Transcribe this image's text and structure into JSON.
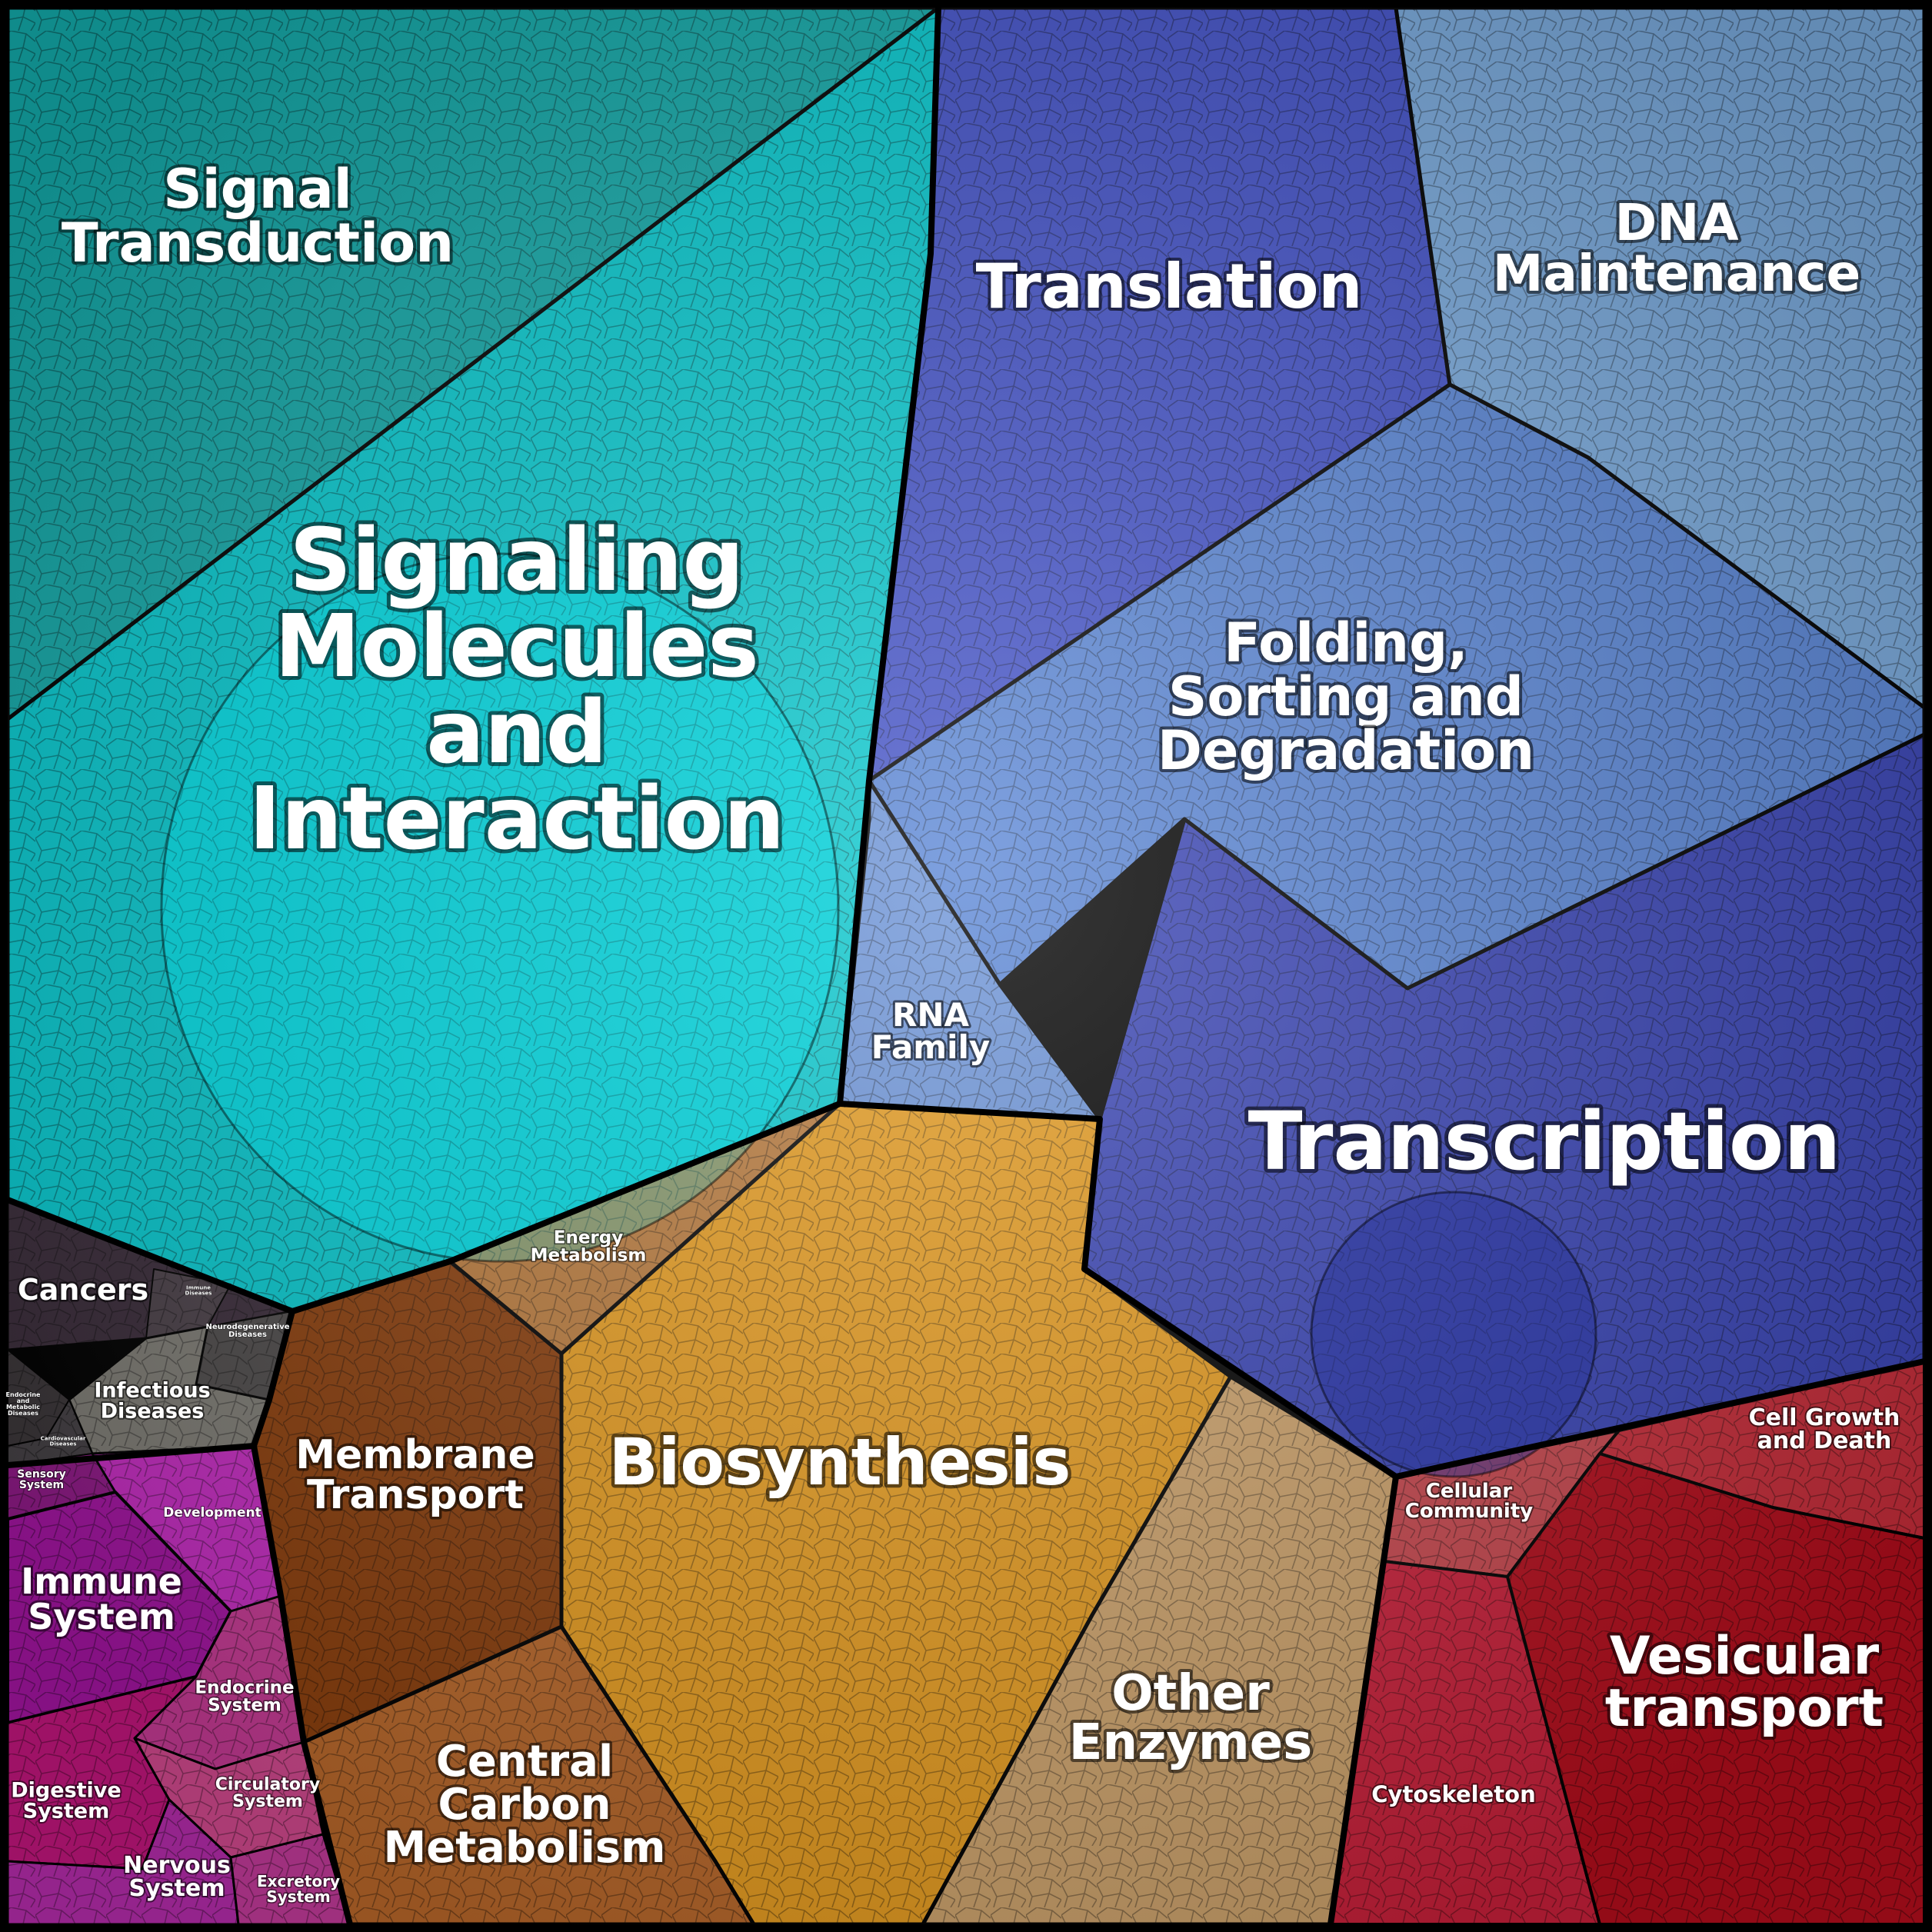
{
  "diagram": {
    "cells": [
      {
        "id": "signal-transduction",
        "lines": [
          "Signal",
          "Transduction"
        ],
        "color": "#14a9a9"
      },
      {
        "id": "signaling-molecules",
        "lines": [
          "Signaling",
          "Molecules",
          "and",
          "Interaction"
        ],
        "color": "#07c9cf"
      },
      {
        "id": "translation",
        "lines": [
          "Translation"
        ],
        "color": "#4453c9"
      },
      {
        "id": "dna-maintenance",
        "lines": [
          "DNA",
          "Maintenance"
        ],
        "color": "#79a9dc"
      },
      {
        "id": "folding-sorting",
        "lines": [
          "Folding,",
          "Sorting and",
          "Degradation"
        ],
        "color": "#5a86d6"
      },
      {
        "id": "rna-family",
        "lines": [
          "RNA",
          "Family"
        ],
        "color": "#6b93d8"
      },
      {
        "id": "transcription",
        "lines": [
          "Transcription"
        ],
        "color": "#3a45b6"
      },
      {
        "id": "cancers",
        "lines": [
          "Cancers"
        ],
        "color": "#3a2c3a"
      },
      {
        "id": "immune-diseases",
        "lines": [
          "Immune",
          "Diseases"
        ],
        "color": "#4a4048"
      },
      {
        "id": "neurodegenerative-diseases",
        "lines": [
          "Neurodegenerative",
          "Diseases"
        ],
        "color": "#4d4a4a"
      },
      {
        "id": "infectious-diseases",
        "lines": [
          "Infectious",
          "Diseases"
        ],
        "color": "#7d7b74"
      },
      {
        "id": "endocrine-metabolic-diseases",
        "lines": [
          "Endocrine",
          "and",
          "Metabolic",
          "Diseases"
        ],
        "color": "#3a3538"
      },
      {
        "id": "cardiovascular-diseases",
        "lines": [
          "Cardiovascular",
          "Diseases"
        ],
        "color": "#444044"
      },
      {
        "id": "energy-metabolism",
        "lines": [
          "Energy",
          "Metabolism"
        ],
        "color": "#b97a3c"
      },
      {
        "id": "membrane-transport",
        "lines": [
          "Membrane",
          "Transport"
        ],
        "color": "#8a3e0c"
      },
      {
        "id": "biosynthesis",
        "lines": [
          "Biosynthesis"
        ],
        "color": "#e59b1f"
      },
      {
        "id": "central-carbon-metabolism",
        "lines": [
          "Central",
          "Carbon",
          "Metabolism"
        ],
        "color": "#b8672a"
      },
      {
        "id": "other-enzymes",
        "lines": [
          "Other",
          "Enzymes"
        ],
        "color": "#cda26b"
      },
      {
        "id": "sensory-system",
        "lines": [
          "Sensory",
          "System"
        ],
        "color": "#8e1a86"
      },
      {
        "id": "development",
        "lines": [
          "Development"
        ],
        "color": "#c32cbf"
      },
      {
        "id": "immune-system",
        "lines": [
          "Immune",
          "System"
        ],
        "color": "#a215a0"
      },
      {
        "id": "endocrine-system",
        "lines": [
          "Endocrine",
          "System"
        ],
        "color": "#c43a93"
      },
      {
        "id": "digestive-system",
        "lines": [
          "Digestive",
          "System"
        ],
        "color": "#c1167c"
      },
      {
        "id": "circulatory-system",
        "lines": [
          "Circulatory",
          "System"
        ],
        "color": "#d0498e"
      },
      {
        "id": "nervous-system",
        "lines": [
          "Nervous",
          "System"
        ],
        "color": "#b52cab"
      },
      {
        "id": "excretory-system",
        "lines": [
          "Excretory",
          "System"
        ],
        "color": "#c23a9a"
      },
      {
        "id": "cell-growth-and-death",
        "lines": [
          "Cell Growth",
          "and Death"
        ],
        "color": "#c72d3a"
      },
      {
        "id": "cellular-community",
        "lines": [
          "Cellular",
          "Community"
        ],
        "color": "#c7474e"
      },
      {
        "id": "cytoskeleton",
        "lines": [
          "Cytoskeleton"
        ],
        "color": "#c8203a"
      },
      {
        "id": "vesicular-transport",
        "lines": [
          "Vesicular",
          "transport"
        ],
        "color": "#b30d1c"
      }
    ]
  }
}
